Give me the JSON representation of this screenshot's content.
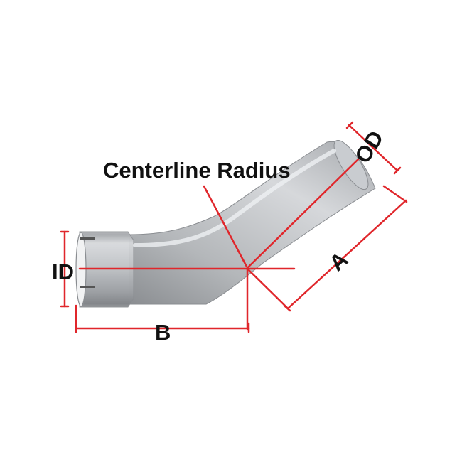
{
  "labels": {
    "centerline_radius": "Centerline Radius",
    "od": "OD",
    "id": "ID",
    "a": "A",
    "b": "B"
  },
  "colors": {
    "dimension_line": "#e0262b",
    "label_text": "#111111",
    "background": "#ffffff"
  }
}
